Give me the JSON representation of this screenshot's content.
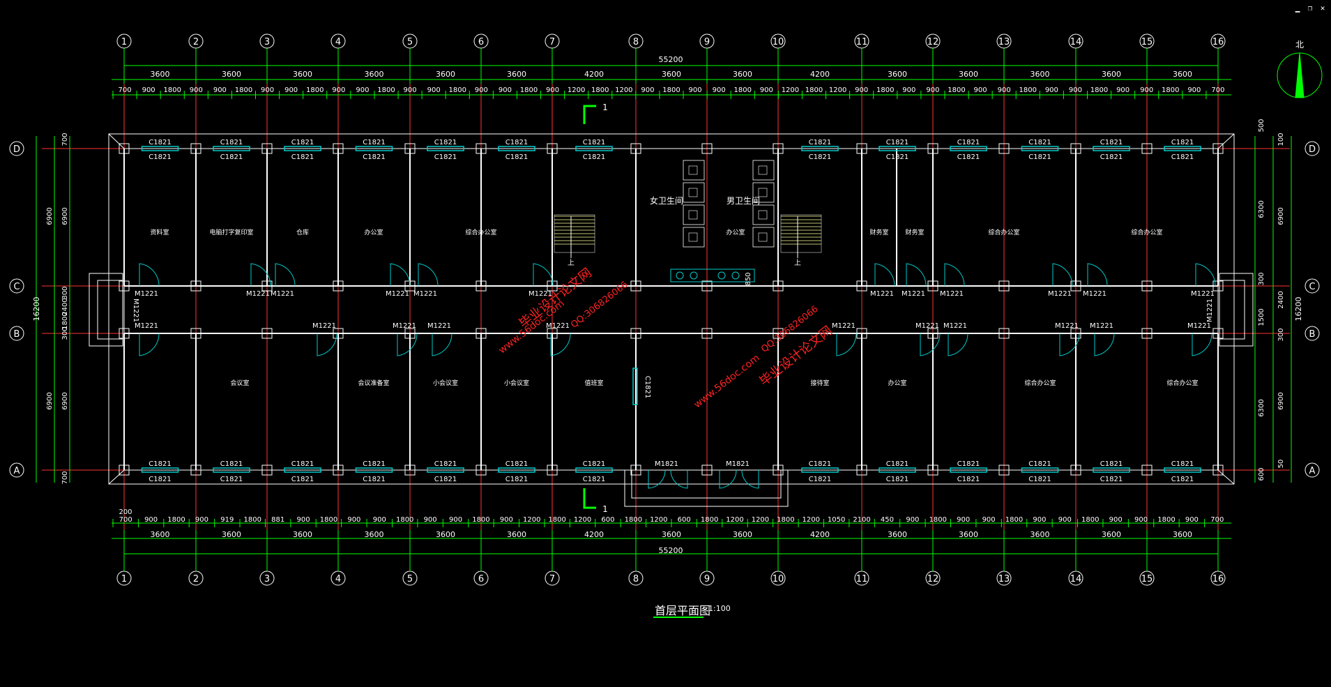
{
  "window": {
    "minimize": "▁",
    "restore": "❐",
    "close": "✕"
  },
  "drawing": {
    "title": "首层平面图",
    "scale": "1:100",
    "north_label": "北",
    "axes_x": [
      "1",
      "2",
      "3",
      "4",
      "5",
      "6",
      "7",
      "8",
      "9",
      "10",
      "11",
      "12",
      "13",
      "14",
      "15",
      "16"
    ],
    "axes_y": [
      "D",
      "C",
      "B",
      "A"
    ],
    "overall_x": "55200",
    "overall_y": "16200",
    "bay_dims": [
      "3600",
      "3600",
      "3600",
      "3600",
      "3600",
      "3600",
      "4200",
      "3600",
      "3600",
      "4200",
      "3600",
      "3600",
      "3600",
      "3600",
      "3600"
    ],
    "top_detail_dims": [
      "700",
      "900",
      "1800",
      "900",
      "900",
      "1800",
      "900",
      "900",
      "1800",
      "900",
      "900",
      "1800",
      "900",
      "900",
      "1800",
      "900",
      "900",
      "1800",
      "900",
      "1200",
      "1800",
      "1200",
      "900",
      "1800",
      "900",
      "900",
      "1800",
      "900",
      "1200",
      "1800",
      "1200",
      "900",
      "1800",
      "900",
      "900",
      "1800",
      "900",
      "900",
      "1800",
      "900",
      "900",
      "1800",
      "900",
      "900",
      "1800",
      "900",
      "700"
    ],
    "bottom_detail_dims": [
      "700",
      "900",
      "1800",
      "900",
      "919",
      "1800",
      "881",
      "900",
      "1800",
      "900",
      "900",
      "1800",
      "900",
      "900",
      "1800",
      "900",
      "1200",
      "1800",
      "1200",
      "600",
      "1800",
      "1200",
      "600",
      "1800",
      "1200",
      "1200",
      "1800",
      "1200",
      "1050",
      "2100",
      "450",
      "900",
      "1800",
      "900",
      "900",
      "1800",
      "900",
      "900",
      "1800",
      "900",
      "900",
      "1800",
      "900",
      "700"
    ],
    "left_dims_outer": [
      "700",
      "6900",
      "300",
      "2400",
      "1800",
      "300",
      "6900",
      "700"
    ],
    "left_dims_inner": [
      "6900",
      "6900"
    ],
    "right_dims": [
      "500",
      "100",
      "6300",
      "6900",
      "300",
      "2400",
      "1500",
      "300",
      "6300",
      "6900",
      "600",
      "50"
    ],
    "section_mark": "1",
    "window_tag": "C1821",
    "door_tag": "M1221",
    "entry_door_tag": "M1821",
    "rooms_top": [
      "资料室",
      "电脑打字复印室",
      "仓库",
      "办公室",
      "综合办公室",
      "",
      "女卫生间",
      "男卫生间",
      "办公室",
      "",
      "财务室",
      "财务室",
      "综合办公室",
      "综合办公室"
    ],
    "rooms_bottom": [
      "会议室",
      "会议准备室",
      "小会议室",
      "小会议室",
      "值班室",
      "",
      "接待室",
      "办公室",
      "综合办公室",
      "综合办公室"
    ],
    "stair_label": "上",
    "dim_850": "850",
    "dim_200": "200",
    "watermark_1": "毕业设计论文网",
    "watermark_2": "www.56doc.com",
    "watermark_3": "QQ:306826066",
    "colors": {
      "grid": "#ff3333",
      "wall": "#ffffff",
      "dim": "#00ff00",
      "window": "#00cccc",
      "text": "#ffffff",
      "watermark": "#ff2222"
    }
  }
}
